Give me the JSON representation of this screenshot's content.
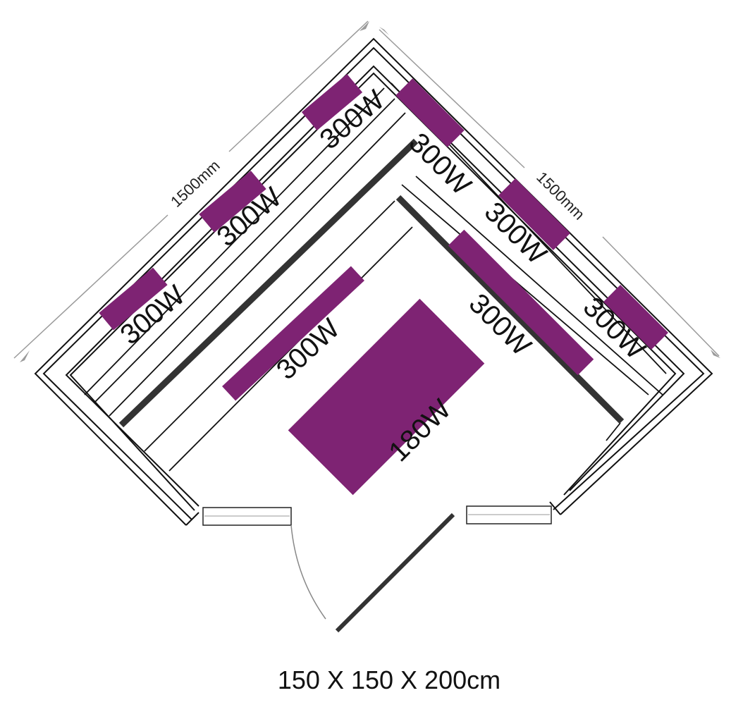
{
  "dimensions": {
    "left_wall_length": "1500mm",
    "right_wall_length": "1500mm",
    "overall_size": "150 X 150 X 200cm"
  },
  "heaters": {
    "back_left_1": "300W",
    "back_left_2": "300W",
    "back_left_3": "300W",
    "back_right_1": "300W",
    "back_right_2": "300W",
    "back_right_3": "300W",
    "bench_left": "300W",
    "bench_right": "300W",
    "floor": "180W"
  },
  "colors": {
    "heater": "#7e2373",
    "line": "#111111",
    "dimension_line": "#9a9a9a"
  }
}
